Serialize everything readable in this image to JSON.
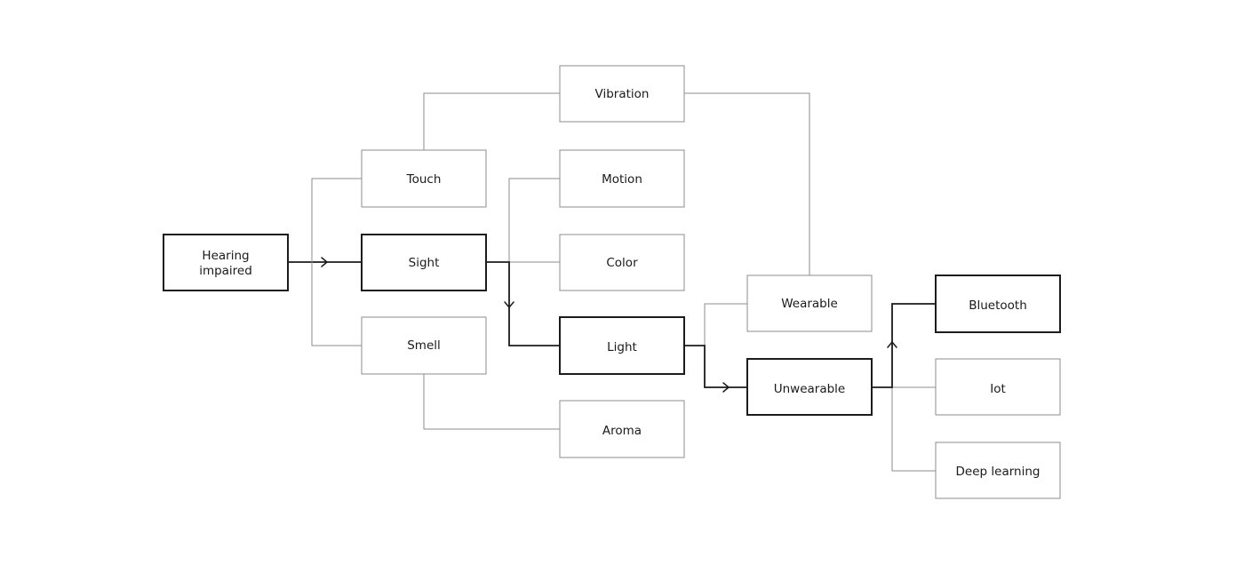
{
  "diagram": {
    "nodes": {
      "hearing_impaired": {
        "label_line1": "Hearing",
        "label_line2": "impaired",
        "emphasis": "bold"
      },
      "touch": {
        "label": "Touch",
        "emphasis": "normal"
      },
      "sight": {
        "label": "Sight",
        "emphasis": "bold"
      },
      "smell": {
        "label": "Smell",
        "emphasis": "normal"
      },
      "vibration": {
        "label": "Vibration",
        "emphasis": "normal"
      },
      "motion": {
        "label": "Motion",
        "emphasis": "normal"
      },
      "color": {
        "label": "Color",
        "emphasis": "normal"
      },
      "light": {
        "label": "Light",
        "emphasis": "bold"
      },
      "aroma": {
        "label": "Aroma",
        "emphasis": "normal"
      },
      "wearable": {
        "label": "Wearable",
        "emphasis": "normal"
      },
      "unwearable": {
        "label": "Unwearable",
        "emphasis": "bold"
      },
      "bluetooth": {
        "label": "Bluetooth",
        "emphasis": "bold"
      },
      "iot": {
        "label": "Iot",
        "emphasis": "normal"
      },
      "deep_learning": {
        "label": "Deep learning",
        "emphasis": "normal"
      }
    },
    "edges": [
      {
        "from": "hearing_impaired",
        "to": "touch",
        "emphasis": "normal"
      },
      {
        "from": "hearing_impaired",
        "to": "sight",
        "emphasis": "bold"
      },
      {
        "from": "hearing_impaired",
        "to": "smell",
        "emphasis": "normal"
      },
      {
        "from": "touch",
        "to": "vibration",
        "emphasis": "normal"
      },
      {
        "from": "sight",
        "to": "motion",
        "emphasis": "normal"
      },
      {
        "from": "sight",
        "to": "color",
        "emphasis": "normal"
      },
      {
        "from": "sight",
        "to": "light",
        "emphasis": "bold"
      },
      {
        "from": "smell",
        "to": "aroma",
        "emphasis": "normal"
      },
      {
        "from": "vibration",
        "to": "wearable",
        "emphasis": "normal"
      },
      {
        "from": "light",
        "to": "wearable",
        "emphasis": "normal"
      },
      {
        "from": "light",
        "to": "unwearable",
        "emphasis": "bold"
      },
      {
        "from": "unwearable",
        "to": "bluetooth",
        "emphasis": "bold"
      },
      {
        "from": "unwearable",
        "to": "iot",
        "emphasis": "normal"
      },
      {
        "from": "unwearable",
        "to": "deep_learning",
        "emphasis": "normal"
      }
    ],
    "colors": {
      "background": "#ffffff",
      "normal_stroke": "#8c8c8c",
      "bold_stroke": "#1c1c1c",
      "text": "#1a1a1a"
    }
  }
}
